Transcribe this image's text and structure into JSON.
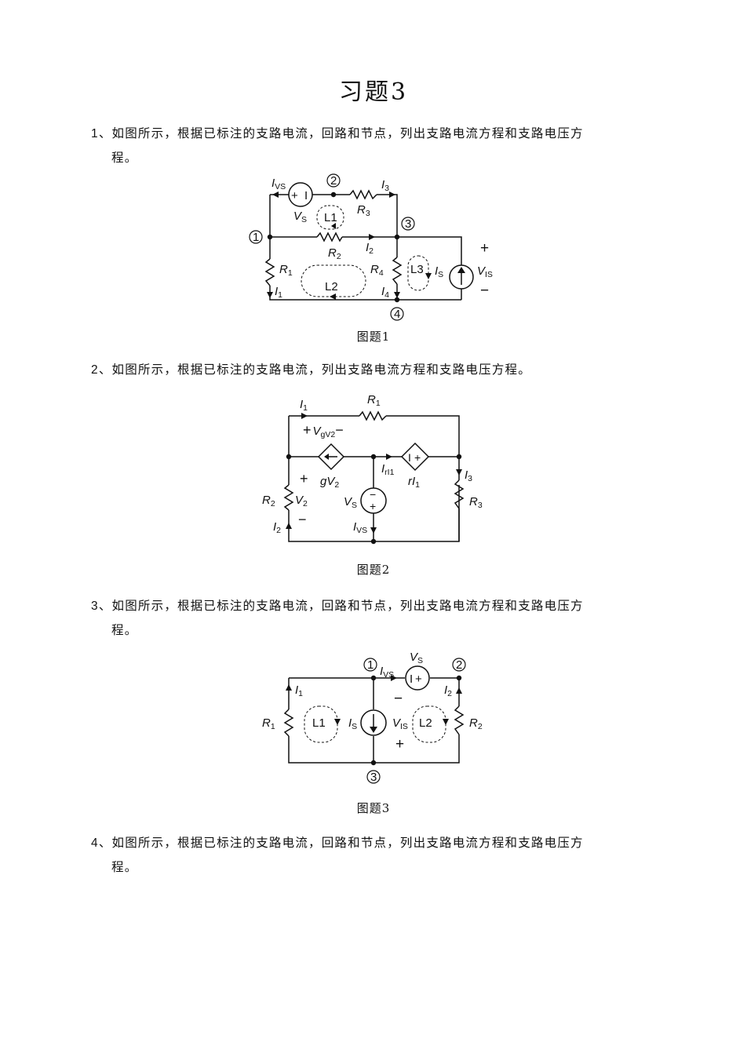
{
  "title": "习题3",
  "problems": [
    {
      "num": "1",
      "text_line1": "、如图所示，根据已标注的支路电流，回路和节点，列出支路电流方程和支路电压方",
      "text_line2": "程。",
      "caption": "图题1",
      "labels": {
        "n1": "1",
        "n2": "2",
        "n3": "3",
        "n4": "4",
        "I": "I",
        "R": "R",
        "V": "V",
        "sub_VS": "VS",
        "sub_S": "S",
        "sub_IS": "IS",
        "sub_1": "1",
        "sub_2": "2",
        "sub_3": "3",
        "sub_4": "4",
        "L1": "L1",
        "L2": "L2",
        "L3": "L3",
        "plus": "+",
        "minus": "−",
        "src_plus": "+",
        "src_bar": "I"
      }
    },
    {
      "num": "2",
      "text_line1": "、如图所示，根据已标注的支路电流，列出支路电流方程和支路电压方程。",
      "caption": "图题2",
      "labels": {
        "I": "I",
        "R": "R",
        "V": "V",
        "sub_1": "1",
        "sub_2": "2",
        "sub_3": "3",
        "sub_gV2": "gV2",
        "sub_rI1": "rI1",
        "sub_S": "S",
        "sub_VS": "VS",
        "g": "g",
        "r": "r",
        "plus": "+",
        "minus": "−"
      }
    },
    {
      "num": "3",
      "text_line1": "、如图所示，根据已标注的支路电流，回路和节点，列出支路电流方程和支路电压方",
      "text_line2": "程。",
      "caption": "图题3",
      "labels": {
        "n1": "1",
        "n2": "2",
        "n3": "3",
        "I": "I",
        "R": "R",
        "V": "V",
        "sub_1": "1",
        "sub_2": "2",
        "sub_S": "S",
        "sub_VS": "VS",
        "sub_IS": "IS",
        "L1": "L1",
        "L2": "L2",
        "plus": "+",
        "minus": "−",
        "src_plus": "+",
        "src_bar": "I"
      }
    },
    {
      "num": "4",
      "text_line1": "、如图所示，根据已标注的支路电流，回路和节点，列出支路电流方程和支路电压方",
      "text_line2": "程。"
    }
  ]
}
